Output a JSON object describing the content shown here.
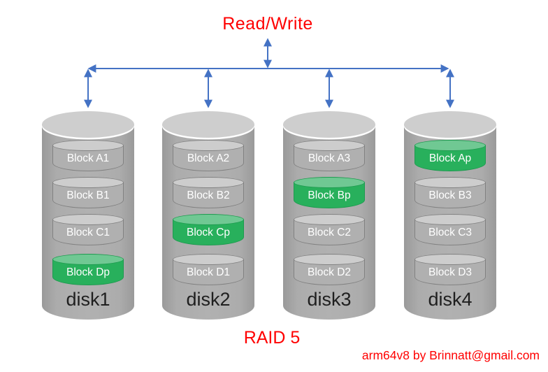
{
  "title": "Read/Write",
  "caption": "RAID 5",
  "watermark": "arm64v8 by Brinnatt@gmail.com",
  "colors": {
    "label_red": "#ff0000",
    "arrow_blue": "#4472c4",
    "parity_green": "#28b05c",
    "disk_gray": "#a9a9a9"
  },
  "disks": [
    {
      "name": "disk1",
      "blocks": [
        {
          "label": "Block A1",
          "parity": false
        },
        {
          "label": "Block B1",
          "parity": false
        },
        {
          "label": "Block C1",
          "parity": false
        },
        {
          "label": "Block Dp",
          "parity": true
        }
      ]
    },
    {
      "name": "disk2",
      "blocks": [
        {
          "label": "Block A2",
          "parity": false
        },
        {
          "label": "Block B2",
          "parity": false
        },
        {
          "label": "Block Cp",
          "parity": true
        },
        {
          "label": "Block D1",
          "parity": false
        }
      ]
    },
    {
      "name": "disk3",
      "blocks": [
        {
          "label": "Block A3",
          "parity": false
        },
        {
          "label": "Block Bp",
          "parity": true
        },
        {
          "label": "Block C2",
          "parity": false
        },
        {
          "label": "Block D2",
          "parity": false
        }
      ]
    },
    {
      "name": "disk4",
      "blocks": [
        {
          "label": "Block Ap",
          "parity": true
        },
        {
          "label": "Block B3",
          "parity": false
        },
        {
          "label": "Block C3",
          "parity": false
        },
        {
          "label": "Block D3",
          "parity": false
        }
      ]
    }
  ]
}
